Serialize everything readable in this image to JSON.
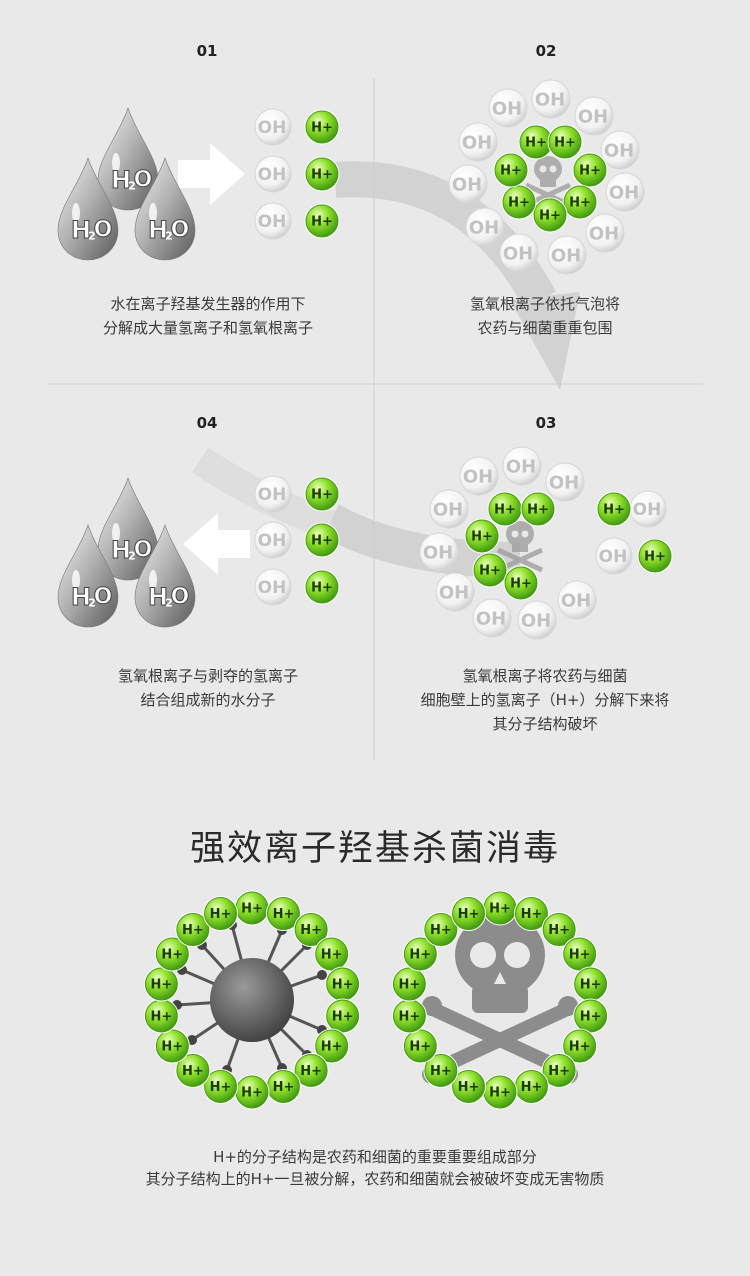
{
  "panels": [
    {
      "number": "01",
      "caption_line1": "水在离子羟基发生器的作用下",
      "caption_line2": "分解成大量氢离子和氢氧根离子"
    },
    {
      "number": "02",
      "caption_line1": "氢氧根离子依托气泡将",
      "caption_line2": "农药与细菌重重包围"
    },
    {
      "number": "04",
      "caption_line1": "氢氧根离子与剥夺的氢离子",
      "caption_line2": "结合组成新的水分子"
    },
    {
      "number": "03",
      "caption_line1": "氢氧根离子将农药与细菌",
      "caption_line2": "细胞壁上的氢离子（H+）分解下来将",
      "caption_line3": "其分子结构破坏"
    }
  ],
  "labels": {
    "oh": "OH",
    "h_plus": "H+",
    "water_h": "H",
    "water_2": "2",
    "water_o": "O"
  },
  "title": "强效离子羟基杀菌消毒",
  "footer": {
    "line1": "H+的分子结构是农药和细菌的重要重要组成部分",
    "line2": "其分子结构上的H+一旦被分解，农药和细菌就会被破坏变成无害物质"
  },
  "colors": {
    "background": "#e9e9e9",
    "h_plus_green": "#7ed321",
    "oh_gray": "#f4f4f4",
    "arrow": "#ffffff",
    "skull": "#8c8c8c"
  }
}
